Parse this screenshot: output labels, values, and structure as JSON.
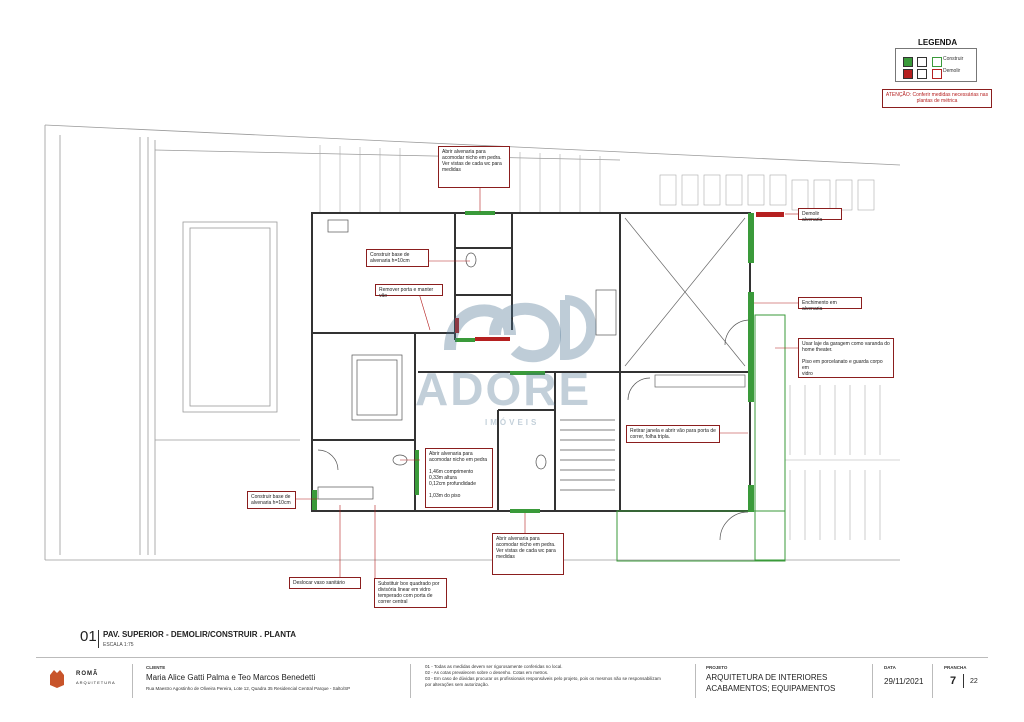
{
  "legend": {
    "title": "LEGENDA",
    "construct_label": "Construir",
    "demolish_label": "Demolir",
    "colors": {
      "construct": "#3a9a3a",
      "demolish": "#b52020"
    },
    "warning": "ATENÇÃO: Conferir medidas necessárias nas plantas de métrica"
  },
  "notes": {
    "n1": "Abrir alvenaria para\nacomodar nicho em pedra.\nVer vistas de cada wc para\nmedidas",
    "n2": "Construir base de\nalvenaria h=10cm",
    "n3": "Remover porta e manter vão",
    "n4": "Demolir alvenaria",
    "n5": "Enchimento em alvenaria",
    "n6": "Usar laje da garagem como varanda do\nhome theater.\n\nPiso em porcelanato e guarda corpo em\nvidro",
    "n7": "Retirar janela e abrir vão para porta de\ncorrer, folha tripla.",
    "n8": "Abrir alvenaria para\nacomodar nicho em pedra\n\n1,46m comprimento\n0,33m altura\n0,12cm profundidade\n\n1,03m do piso",
    "n9": "Construir base de\nalvenaria h=10cm",
    "n10": "Abrir alvenaria para\nacomodar nicho em pedra.\nVer vistas de cada wc para\nmedidas",
    "n11": "Deslocar vaso sanitário",
    "n12": "Substituir box quadrado por\ndivisória linear em vidro\ntemperado com porta de\ncorrer central"
  },
  "watermark": {
    "brand": "ADORE",
    "sub": "IMÓVEIS"
  },
  "drawing": {
    "number": "01",
    "title": "PAV. SUPERIOR - DEMOLIR/CONSTRUIR . PLANTA",
    "scale": "ESCALA 1:75"
  },
  "footer": {
    "logo_name": "ROMÃ",
    "logo_sub": "ARQUITETURA",
    "client_label": "CLIENTE",
    "client_name": "Maria Alice Gatti Palma e Teo Marcos Benedetti",
    "client_address": "Rua Maestro Agostinho de Oliveira Pereira, Lote 12, Quadra 35 Residencial Central Parque - Salto/SP",
    "obs1": "01 - Todas as medidas devem ser rigorosamente conferidas no local.",
    "obs2": "02 - As cotas prevalecem sobre o desenho. Cotas em metros.",
    "obs3": "03 - Em caso de dúvidas procurar os profissionais responsáveis pelo projeto, pois os mesmos não se responsabilizam",
    "obs4": "por alterações sem autorização.",
    "project_label": "PROJETO",
    "project_line1": "ARQUITETURA DE INTERIORES",
    "project_line2": "ACABAMENTOS; EQUIPAMENTOS",
    "date_label": "DATA",
    "date": "29/11/2021",
    "sheet_label": "PRANCHA",
    "sheet": "7",
    "sheet_total": "22"
  }
}
